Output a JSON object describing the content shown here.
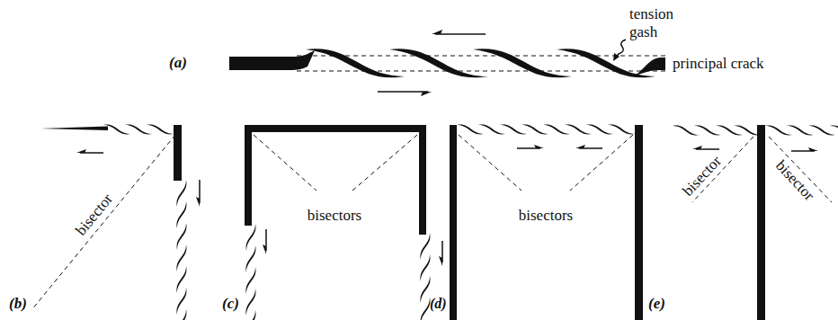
{
  "diagram": {
    "labels": [
      "tension gash",
      "principal crack",
      "(a)",
      "(b)",
      "bisector",
      "(c)",
      "bisectors",
      "(d)",
      "bisectors",
      "(e)",
      "bisector",
      "bisector"
    ]
  }
}
